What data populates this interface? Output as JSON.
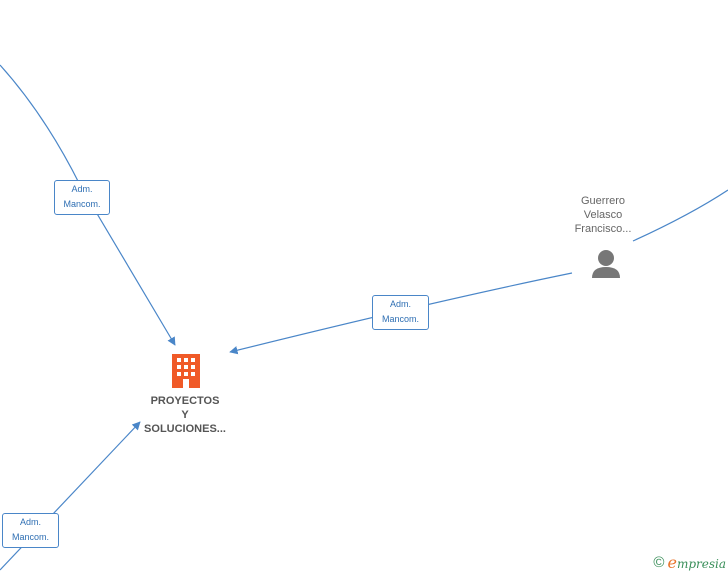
{
  "nodes": {
    "company": {
      "name_lines": [
        "PROYECTOS",
        "Y",
        "SOLUCIONES..."
      ],
      "icon": "building-icon",
      "color": "#f05a28"
    },
    "person": {
      "name_lines": [
        "Guerrero",
        "Velasco",
        "Francisco..."
      ],
      "icon": "person-icon",
      "color": "#777777"
    }
  },
  "edges": [
    {
      "label_lines": [
        "Adm.",
        "Mancom."
      ]
    },
    {
      "label_lines": [
        "Adm.",
        "Mancom."
      ]
    },
    {
      "label_lines": [
        "Adm.",
        "Mancom."
      ]
    }
  ],
  "edge_color": "#4a86c8",
  "footer": {
    "copyright_symbol": "©",
    "brand_initial": "e",
    "brand_rest": "mpresia"
  }
}
